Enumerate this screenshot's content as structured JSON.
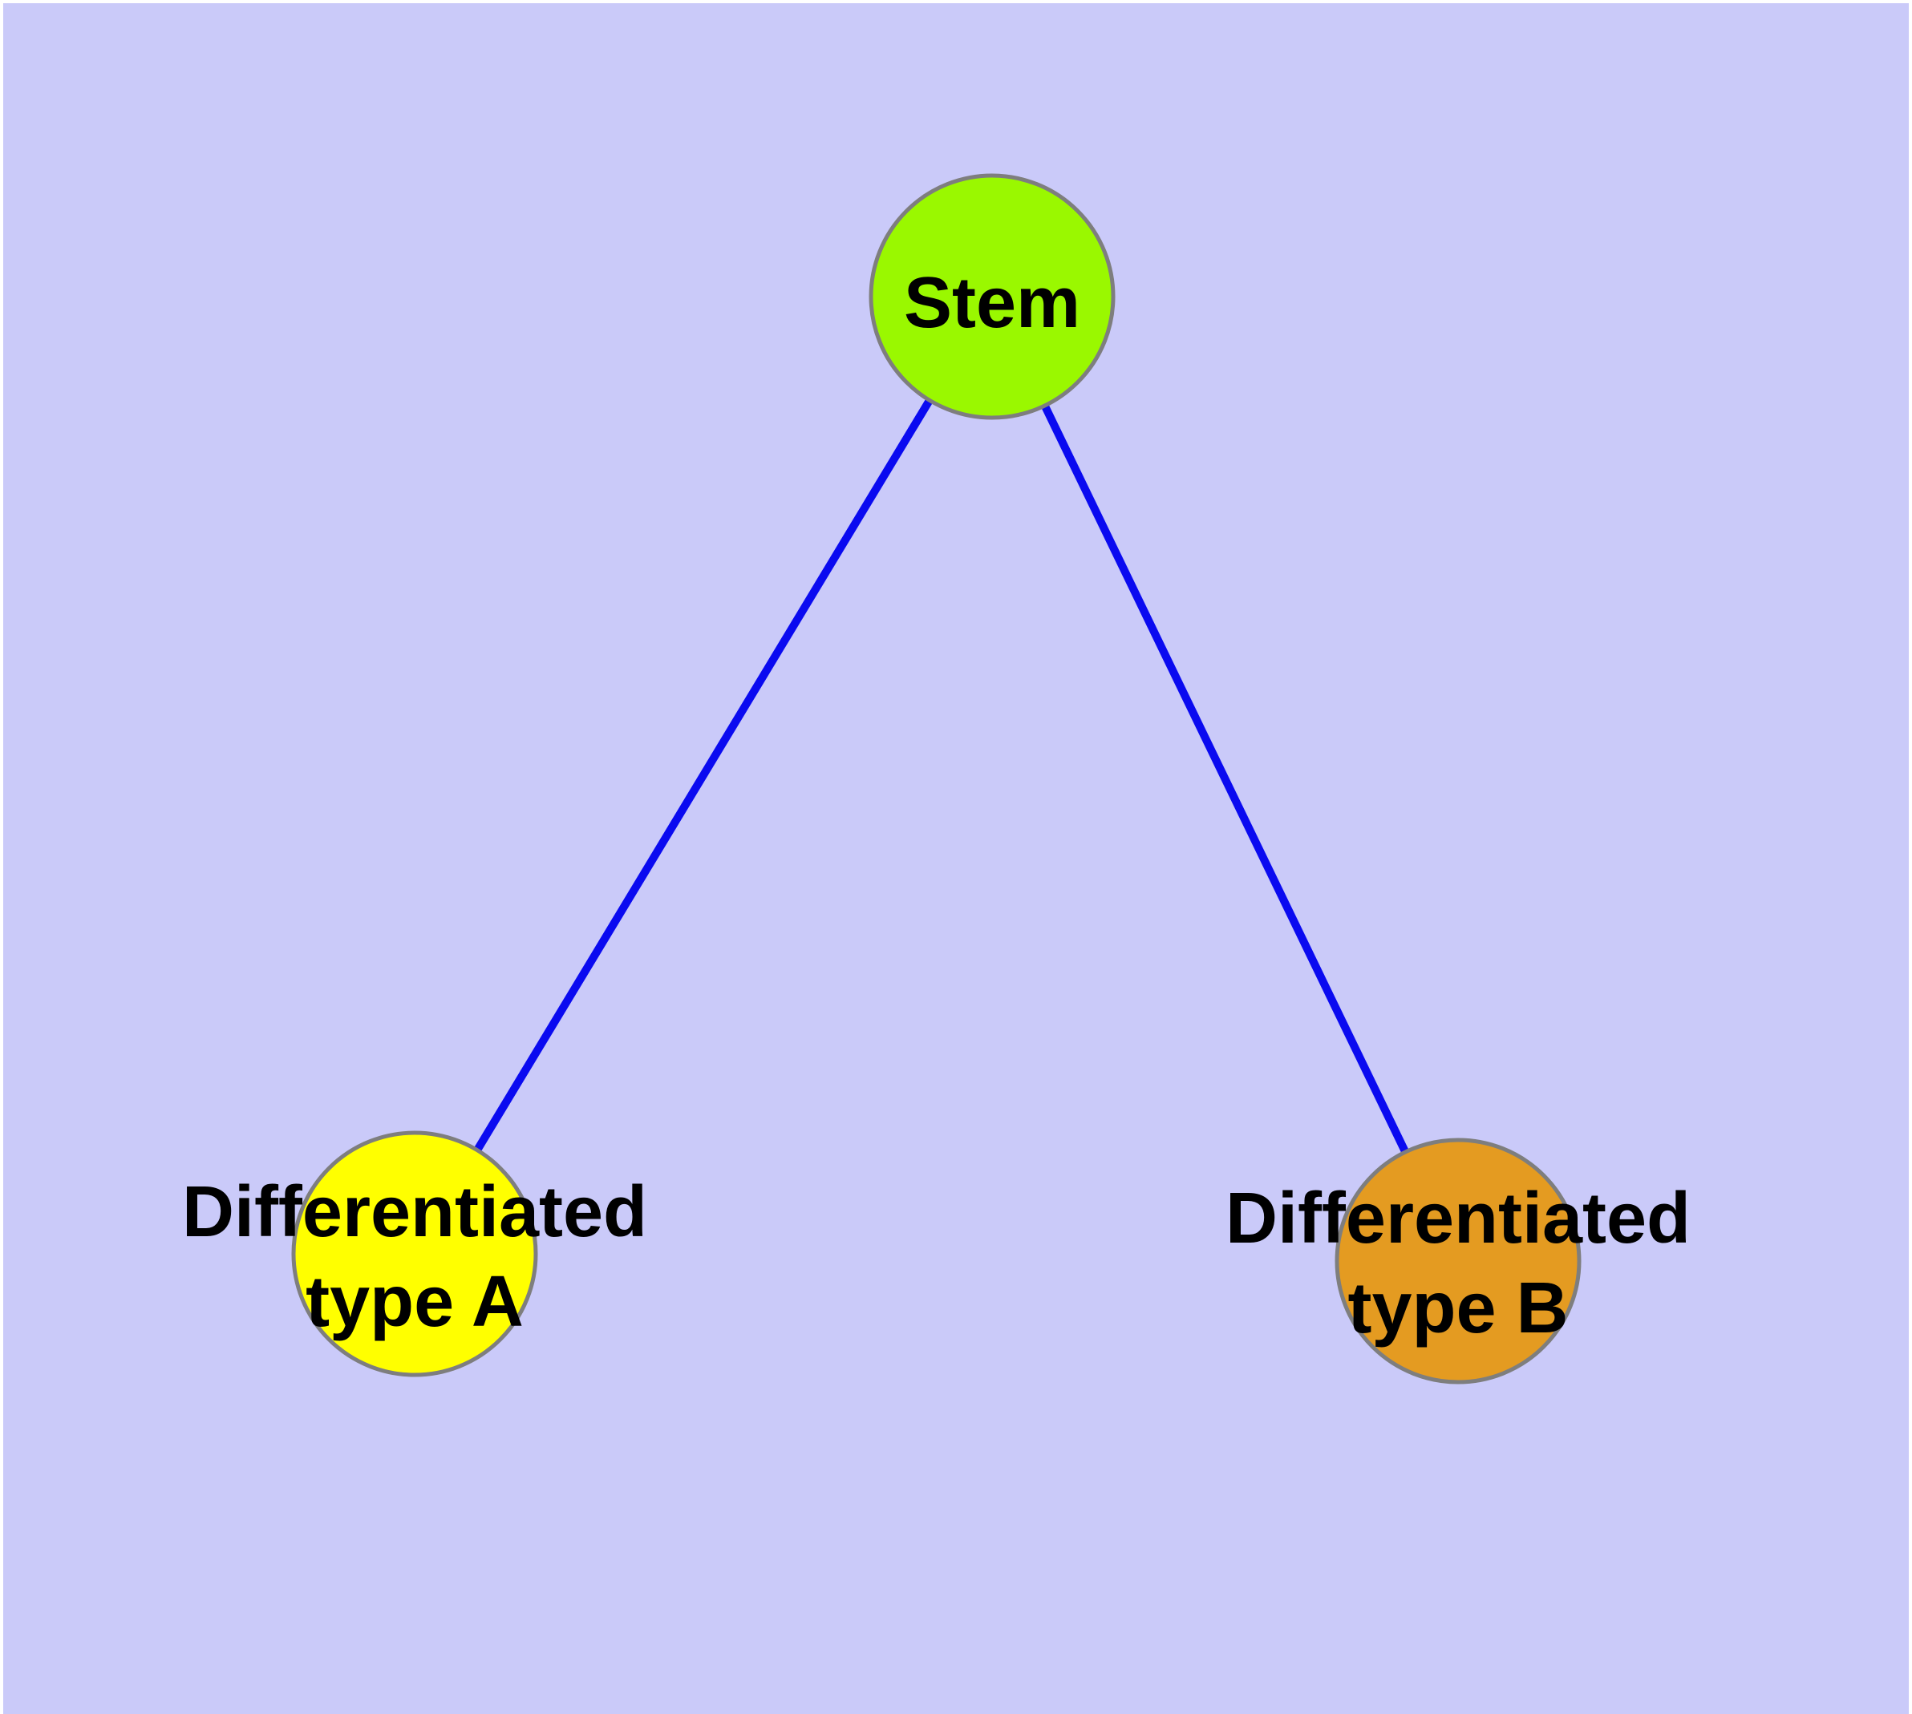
{
  "diagram": {
    "background_color": "#cacaf9",
    "page_edge_color": "#ffffff",
    "edge_color": "#0a0af0",
    "node_border_color": "#7e7e7e",
    "label_color": "#000000",
    "nodes": [
      {
        "id": "stem",
        "label": "Stem",
        "fill": "#9af800",
        "lines": [
          "Stem"
        ]
      },
      {
        "id": "differentiated-type-a",
        "label": "Differentiated type A",
        "fill": "#ffff00",
        "lines": [
          "Differentiated",
          "type A"
        ]
      },
      {
        "id": "differentiated-type-b",
        "label": "Differentiated type B",
        "fill": "#e49b21",
        "lines": [
          "Differentiated",
          "type B"
        ]
      }
    ],
    "edges": [
      {
        "from": "stem",
        "to": "differentiated-type-a"
      },
      {
        "from": "stem",
        "to": "differentiated-type-b"
      }
    ]
  }
}
